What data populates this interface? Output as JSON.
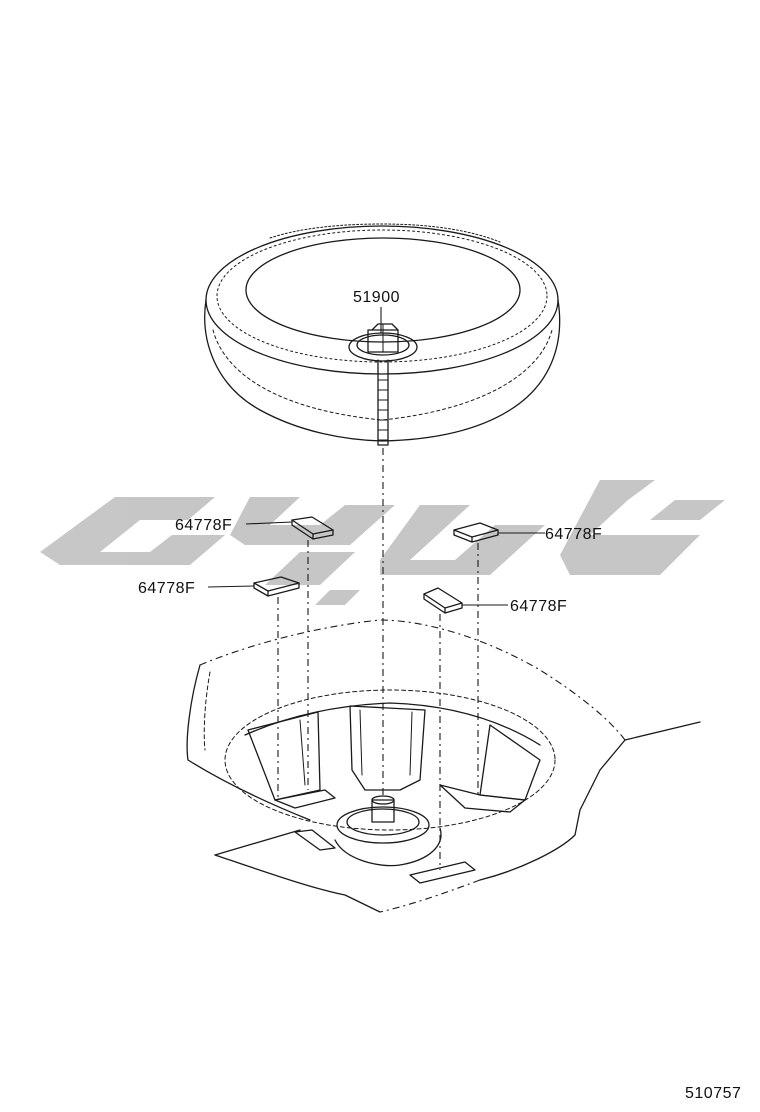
{
  "diagram": {
    "callouts": [
      {
        "id": "spare-tire-carrier",
        "label": "51900"
      },
      {
        "id": "cushion-upper-left",
        "label": "64778F"
      },
      {
        "id": "cushion-lower-left",
        "label": "64778F"
      },
      {
        "id": "cushion-upper-right",
        "label": "64778F"
      },
      {
        "id": "cushion-lower-right",
        "label": "64778F"
      }
    ],
    "illustration_number": "510757"
  },
  "colors": {
    "line": "#1a1a1a",
    "watermark": "#bdbdbd",
    "background": "#ffffff"
  }
}
